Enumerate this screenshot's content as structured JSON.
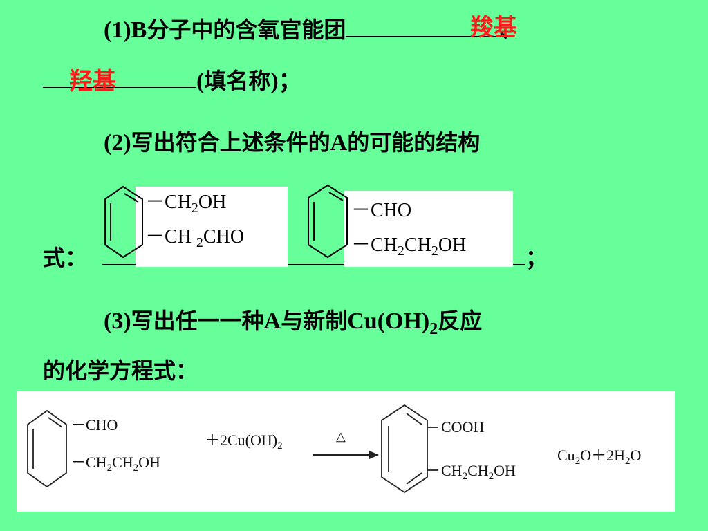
{
  "q1": {
    "prefix": "(1)B",
    "text": "分子中的含氧官能团",
    "sep": "、",
    "answer1": "羧基",
    "answer2": "羟基",
    "suffix_open": "(",
    "suffix_text": "填名称",
    "suffix_close": ")；"
  },
  "q2": {
    "prefix": "(2)",
    "text1": "写出符合上述条件的",
    "A": "A",
    "text2": "的可能的结构",
    "line2": "式：",
    "end": "；",
    "struct1": {
      "g1_dash": "－",
      "g1_main": "CH",
      "g1_sub": "2",
      "g1_tail": "OH",
      "g2_dash": "－",
      "g2_main": "CH ",
      "g2_sub": "2",
      "g2_tail": "CHO"
    },
    "struct2": {
      "g1_dash": "－",
      "g1_main": "CHO",
      "g2_dash": "－",
      "g2_a": "CH",
      "g2_sub1": "2",
      "g2_b": "CH",
      "g2_sub2": "2",
      "g2_c": "OH"
    }
  },
  "q3": {
    "prefix": "(3)",
    "text1": "写出任一一种",
    "A": "A",
    "text2": "与新制",
    "formula_main": "Cu(OH)",
    "formula_sub": "2",
    "text3": "反应",
    "line2": "的化学方程式："
  },
  "equation": {
    "r_g1": "－CHO",
    "r_g2_a": "－CH",
    "r_g2_sub1": "2",
    "r_g2_b": "CH",
    "r_g2_sub2": "2",
    "r_g2_c": "OH",
    "reagent_a": "＋2Cu(OH)",
    "reagent_sub": "2",
    "condition": "△",
    "p_g1": "COOH",
    "p_g2_a": "CH",
    "p_g2_sub1": "2",
    "p_g2_b": "CH",
    "p_g2_sub2": "2",
    "p_g2_c": "OH",
    "by_a": "Cu",
    "by_sub1": "2",
    "by_b": "O＋2H",
    "by_sub2": "2",
    "by_c": "O"
  },
  "colors": {
    "background": "#66ff99",
    "answer": "#ff1a1a"
  }
}
